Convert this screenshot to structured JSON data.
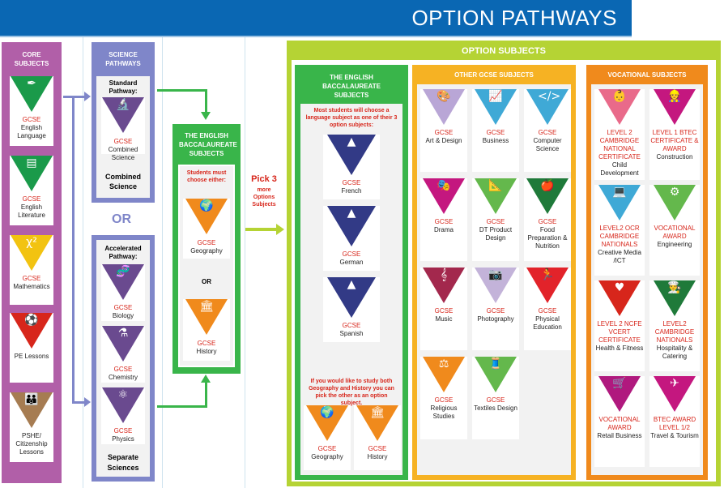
{
  "header": {
    "title": "OPTION PATHWAYS"
  },
  "core": {
    "title": "CORE SUBJECTS",
    "items": [
      {
        "pre": "GCSE",
        "label": "English Language",
        "color": "#1a9a4a",
        "icon": "quill-icon",
        "glyph": "✒"
      },
      {
        "pre": "GCSE",
        "label": "English Literature",
        "color": "#1a9a4a",
        "icon": "book-icon",
        "glyph": "▤"
      },
      {
        "pre": "GCSE",
        "label": "Mathematics",
        "color": "#f2c311",
        "icon": "math-icon",
        "glyph": "χ²"
      },
      {
        "pre": "",
        "label": "PE Lessons",
        "color": "#d7261b",
        "icon": "football-icon",
        "glyph": "⚽"
      },
      {
        "pre": "",
        "label": "PSHE/ Citizenship Lessons",
        "color": "#a67c52",
        "icon": "people-icon",
        "glyph": "👪"
      }
    ]
  },
  "science": {
    "title": "SCIENCE PATHWAYS",
    "standard": {
      "title": "Standard Pathway:",
      "pre": "GCSE",
      "label": "Combined Science",
      "footer": "Combined Science",
      "color": "#6a4a8f"
    },
    "or": "OR",
    "accelerated": {
      "title": "Accelerated Pathway:",
      "items": [
        {
          "pre": "GCSE",
          "label": "Biology",
          "glyph": "🧬",
          "icon": "dna-icon"
        },
        {
          "pre": "GCSE",
          "label": "Chemistry",
          "glyph": "⚗",
          "icon": "flask-icon"
        },
        {
          "pre": "GCSE",
          "label": "Physics",
          "glyph": "⚛",
          "icon": "atom-icon"
        }
      ],
      "footer": "Separate Sciences",
      "color": "#6a4a8f"
    }
  },
  "ebacc_small": {
    "title": "THE ENGLISH BACCALAUREATE SUBJECTS",
    "note": "Students must choose either:",
    "or": "OR",
    "items": [
      {
        "pre": "GCSE",
        "label": "Geography",
        "glyph": "🌍",
        "icon": "globe-icon"
      },
      {
        "pre": "GCSE",
        "label": "History",
        "glyph": "🏛",
        "icon": "museum-icon"
      }
    ]
  },
  "pick": {
    "main": "Pick 3",
    "sub": "more Options Subjects"
  },
  "options": {
    "title": "OPTION SUBJECTS",
    "ebacc": {
      "title": "THE ENGLISH BACCALAUREATE SUBJECTS",
      "note": "Most students will choose a language subject as one of their 3 option subjects:",
      "languages": [
        {
          "pre": "GCSE",
          "label": "French",
          "icon": "france-map-icon"
        },
        {
          "pre": "GCSE",
          "label": "German",
          "icon": "germany-landmark-icon"
        },
        {
          "pre": "GCSE",
          "label": "Spanish",
          "icon": "spain-map-icon"
        }
      ],
      "note2": "If you would like to study both Geography and History you can pick the other as an option subject.",
      "extra": [
        {
          "pre": "GCSE",
          "label": "Geography",
          "glyph": "🌍",
          "icon": "globe-icon"
        },
        {
          "pre": "GCSE",
          "label": "History",
          "glyph": "🏛",
          "icon": "museum-icon"
        }
      ]
    },
    "other": {
      "title": "OTHER GCSE SUBJECTS",
      "items": [
        {
          "pre": "GCSE",
          "label": "Art & Design",
          "color": "#b9a6d6",
          "glyph": "🎨",
          "icon": "palette-icon"
        },
        {
          "pre": "GCSE",
          "label": "Business",
          "color": "#3fa9d6",
          "glyph": "📈",
          "icon": "chart-icon"
        },
        {
          "pre": "GCSE",
          "label": "Computer Science",
          "color": "#3fa9d6",
          "glyph": "</>",
          "icon": "code-icon"
        },
        {
          "pre": "GCSE",
          "label": "Drama",
          "color": "#c4177f",
          "glyph": "🎭",
          "icon": "masks-icon"
        },
        {
          "pre": "GCSE",
          "label": "DT Product Design",
          "color": "#64b84c",
          "glyph": "📐",
          "icon": "ruler-icon"
        },
        {
          "pre": "GCSE",
          "label": "Food Preparation & Nutrition",
          "color": "#1f7a3a",
          "glyph": "🍎",
          "icon": "apple-icon"
        },
        {
          "pre": "GCSE",
          "label": "Music",
          "color": "#a3284d",
          "glyph": "𝄞",
          "icon": "treble-clef-icon"
        },
        {
          "pre": "GCSE",
          "label": "Photography",
          "color": "#c3b3d9",
          "glyph": "📷",
          "icon": "camera-icon"
        },
        {
          "pre": "GCSE",
          "label": "Physical Education",
          "color": "#e2232a",
          "glyph": "🏃",
          "icon": "runner-icon"
        },
        {
          "pre": "GCSE",
          "label": "Religious Studies",
          "color": "#f08a1c",
          "glyph": "⚖",
          "icon": "scales-icon"
        },
        {
          "pre": "GCSE",
          "label": "Textiles Design",
          "color": "#64b84c",
          "glyph": "🧵",
          "icon": "thread-icon"
        }
      ]
    },
    "vocational": {
      "title": "VOCATIONAL SUBJECTS",
      "items": [
        {
          "pre": "LEVEL 2 CAMBRIDGE NATIONAL CERTIFICATE",
          "label": "Child Development",
          "color": "#e96a8a",
          "glyph": "👶",
          "icon": "baby-icon"
        },
        {
          "pre": "LEVEL 1 BTEC CERTIFICATE & AWARD",
          "label": "Construction",
          "color": "#c4177f",
          "glyph": "👷",
          "icon": "construction-icon"
        },
        {
          "pre": "LEVEL2 OCR CAMBRIDGE NATIONALS",
          "label": "Creative Media /ICT",
          "color": "#3fa9d6",
          "glyph": "💻",
          "icon": "laptop-icon"
        },
        {
          "pre": "VOCATIONAL AWARD",
          "label": "Engineering",
          "color": "#64b84c",
          "glyph": "⚙",
          "icon": "gears-icon"
        },
        {
          "pre": "LEVEL 2 NCFE VCERT CERTIFICATE",
          "label": "Health & Fitness",
          "color": "#d7261b",
          "glyph": "♥",
          "icon": "heart-icon"
        },
        {
          "pre": "LEVEL2 CAMBRIDGE NATIONALS",
          "label": "Hospitality & Catering",
          "color": "#1f7a3a",
          "glyph": "👨‍🍳",
          "icon": "chef-hat-icon"
        },
        {
          "pre": "VOCATIONAL AWARD",
          "label": "Retail Business",
          "color": "#b0197e",
          "glyph": "🛒",
          "icon": "cart-icon"
        },
        {
          "pre": "BTEC AWARD LEVEL 1/2",
          "label": "Travel & Tourism",
          "color": "#c4177f",
          "glyph": "✈",
          "icon": "plane-icon"
        }
      ]
    }
  },
  "colors": {
    "banner": "#0a67b3",
    "core": "#b15fa8",
    "science": "#7f86c9",
    "ebacc": "#39b54a",
    "options": "#b5d334",
    "other": "#f6b223",
    "vocational": "#f08a1c",
    "navy": "#323a86"
  }
}
